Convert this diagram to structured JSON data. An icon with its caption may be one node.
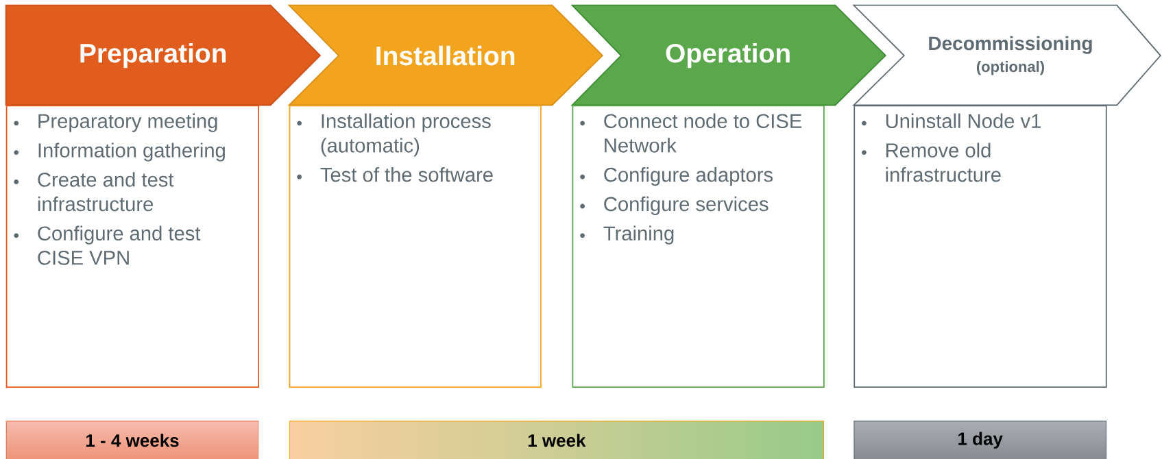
{
  "diagram": {
    "nodes": [
      {
        "text": [
          "Preparation"
        ]
      },
      {
        "text": [
          "Installation"
        ]
      },
      {
        "text": [
          "Operation"
        ]
      },
      {
        "text": [
          "Decommissioning",
          "(optional)"
        ]
      },
      {
        "text": [
          "Preparatory meeting",
          "Information gathering",
          "Create and test infrastructure",
          "Configure and test CISE VPN"
        ]
      },
      {
        "text": [
          "Installation process (automatic)",
          "Test of the software"
        ]
      },
      {
        "text": [
          "Connect node to CISE Network",
          "Configure adaptors",
          "Configure services",
          "Training"
        ]
      },
      {
        "text": [
          "Uninstall Node v1",
          "Remove old infrastructure"
        ]
      },
      {
        "text": [
          "1 - 4 weeks"
        ]
      },
      {
        "text": [
          "1 week"
        ]
      },
      {
        "text": [
          "1 day"
        ]
      }
    ]
  }
}
